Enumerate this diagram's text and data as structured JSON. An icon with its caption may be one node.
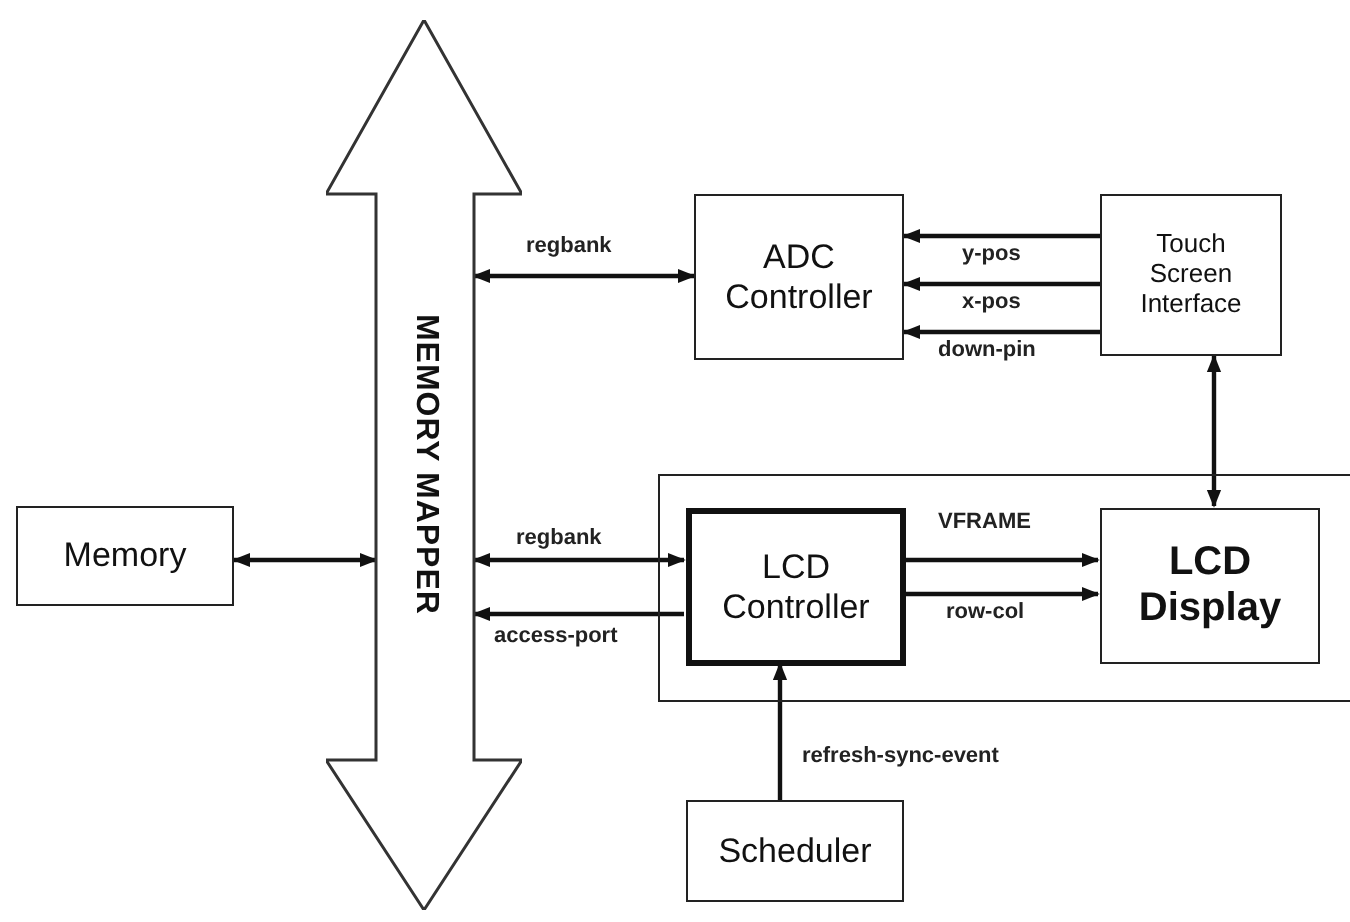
{
  "diagram": {
    "nodes": [
      {
        "text": [
          "Memory"
        ]
      },
      {
        "text": [
          "MEMORY MAPPER"
        ]
      },
      {
        "text": [
          "ADC Controller"
        ]
      },
      {
        "text": [
          "Touch Screen Interface"
        ]
      },
      {
        "text": [],
        "shape": "box"
      },
      {
        "text": [
          "LCD Controller"
        ],
        "in": 4
      },
      {
        "text": [
          "LCD Display"
        ],
        "in": 4
      },
      {
        "text": [
          "Scheduler"
        ]
      }
    ],
    "edges": [
      {
        "from": 0,
        "to": 1,
        "arrow": "both"
      },
      {
        "from": 1,
        "to": 2,
        "arrow": "both",
        "label": "regbank"
      },
      {
        "from": 3,
        "to": 2,
        "arrow": "to",
        "label": "y-pos"
      },
      {
        "from": 3,
        "to": 2,
        "arrow": "to",
        "label": "x-pos"
      },
      {
        "from": 3,
        "to": 2,
        "arrow": "to",
        "label": "down-pin"
      },
      {
        "from": 3,
        "to": 6,
        "arrow": "both"
      },
      {
        "from": 1,
        "to": 5,
        "arrow": "both",
        "label": "regbank"
      },
      {
        "from": 5,
        "to": 1,
        "arrow": "to",
        "label": "access-port"
      },
      {
        "from": 5,
        "to": 6,
        "arrow": "to",
        "label": "VFRAME"
      },
      {
        "from": 5,
        "to": 6,
        "arrow": "to",
        "label": "row-col"
      },
      {
        "from": 7,
        "to": 5,
        "arrow": "to",
        "label": "refresh-sync-event"
      }
    ]
  }
}
